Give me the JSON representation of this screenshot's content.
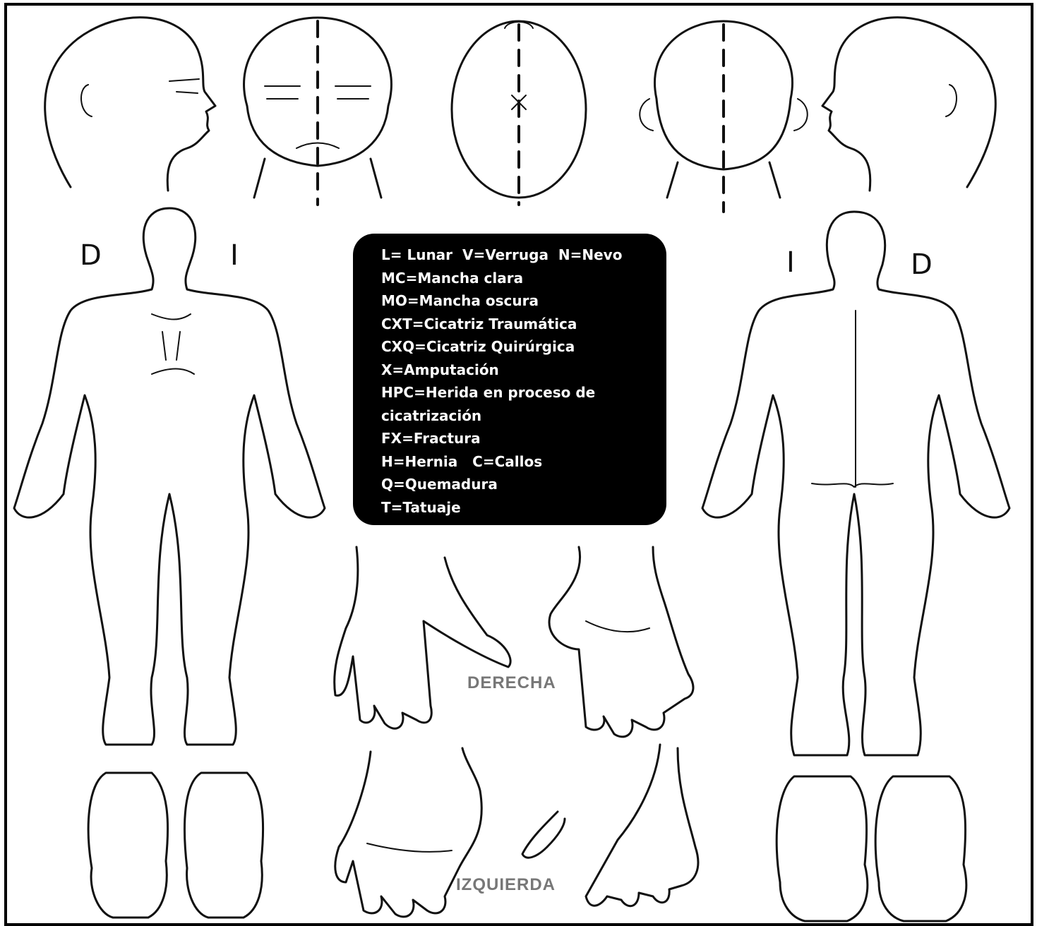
{
  "markers": {
    "front_right": "D",
    "front_left": "I",
    "back_left": "I",
    "back_right": "D"
  },
  "legend": {
    "lines": [
      "L= Lunar  V=Verruga  N=Nevo",
      "MC=Mancha clara",
      "MO=Mancha oscura",
      "CXT=Cicatriz Traumática",
      "CXQ=Cicatriz Quirúrgica",
      "X=Amputación",
      "HPC=Herida en proceso de",
      "cicatrización",
      "FX=Fractura",
      "H=Hernia   C=Callos",
      "Q=Quemadura",
      "T=Tatuaje"
    ]
  },
  "hands": {
    "right_label": "DERECHA",
    "left_label": "IZQUIERDA"
  }
}
